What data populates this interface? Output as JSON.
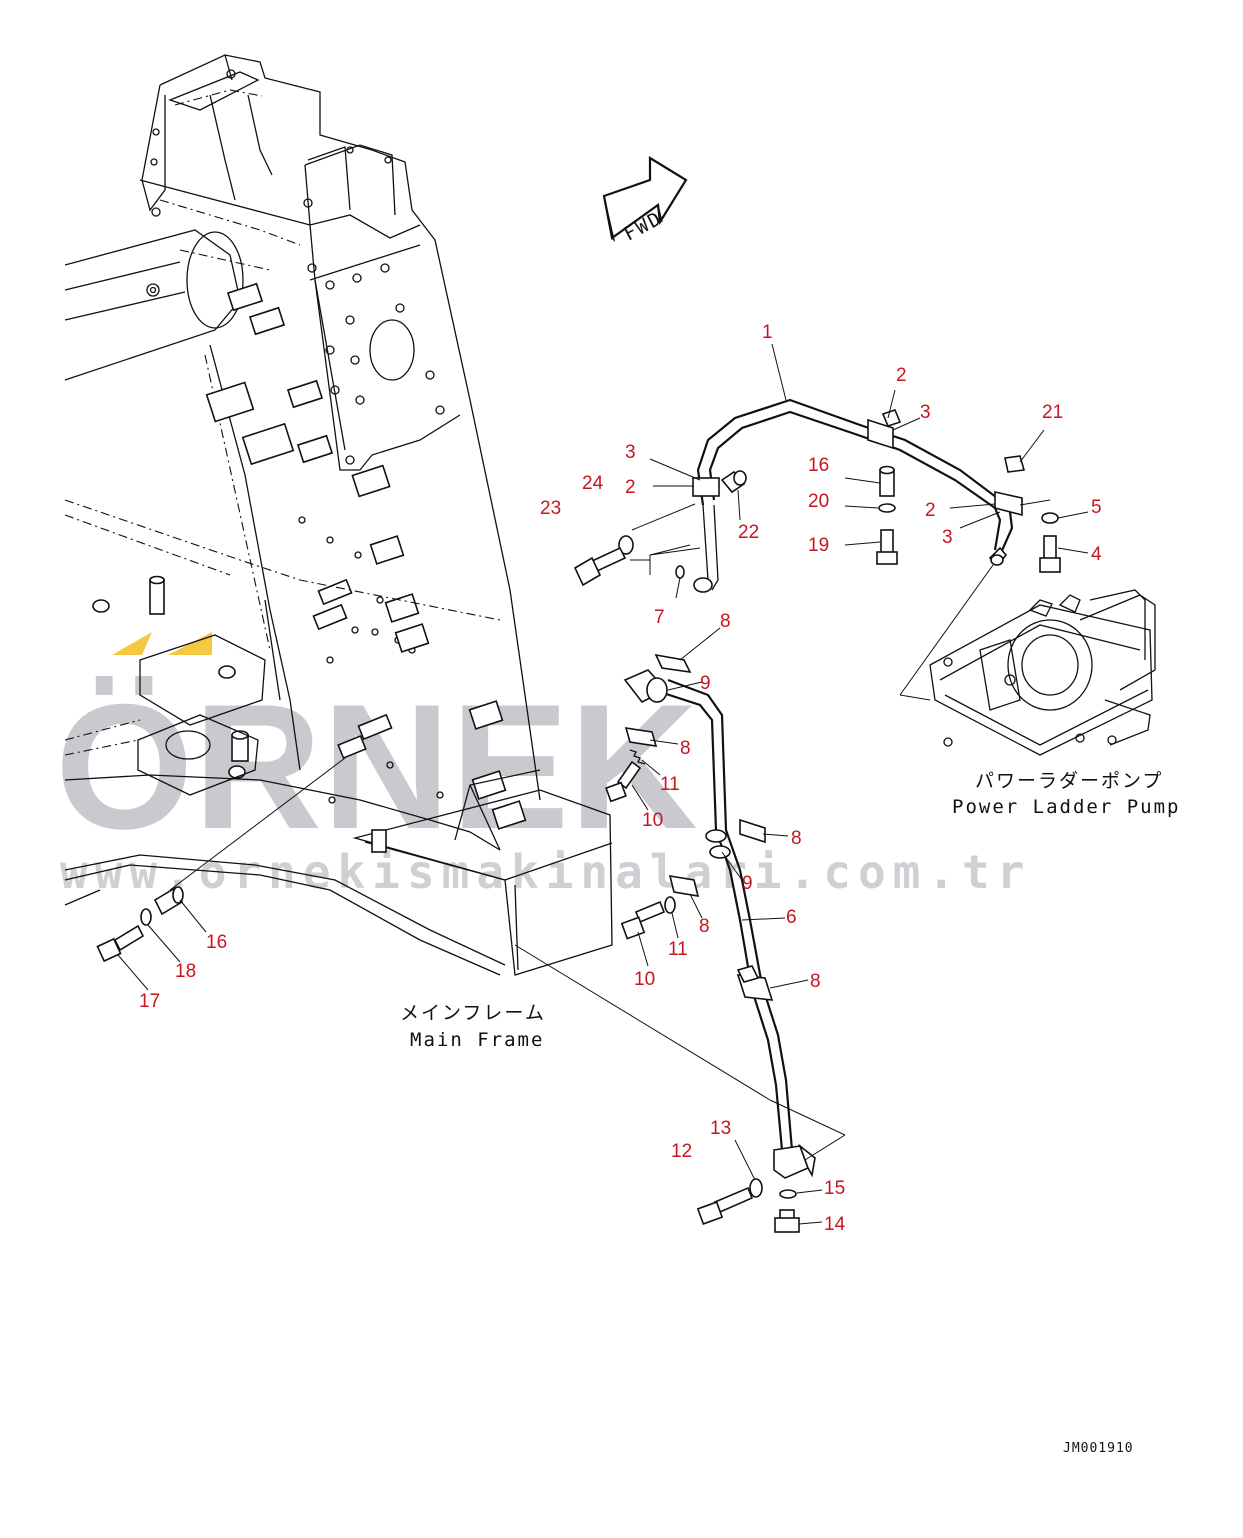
{
  "watermark": {
    "brand": "ÖRNEK",
    "url": "www.ornekismakinalari.com.tr",
    "accent_color": "#f5c842",
    "color": "#c9c9cf"
  },
  "arrow_label": "FWD",
  "captions": {
    "main_frame_jp": "メインフレーム",
    "main_frame_en": "Main Frame",
    "pump_jp": "パワーラダーポンプ",
    "pump_en": "Power Ladder Pump"
  },
  "drawing_code": "JM001910",
  "callout_color": "#c8141e",
  "callouts": [
    {
      "id": "c1",
      "label": "1"
    },
    {
      "id": "c2a",
      "label": "2"
    },
    {
      "id": "c3a",
      "label": "3"
    },
    {
      "id": "c21",
      "label": "21"
    },
    {
      "id": "c3b",
      "label": "3"
    },
    {
      "id": "c2b",
      "label": "2"
    },
    {
      "id": "c24",
      "label": "24"
    },
    {
      "id": "c23",
      "label": "23"
    },
    {
      "id": "c22",
      "label": "22"
    },
    {
      "id": "c16a",
      "label": "16"
    },
    {
      "id": "c20",
      "label": "20"
    },
    {
      "id": "c19",
      "label": "19"
    },
    {
      "id": "c2c",
      "label": "2"
    },
    {
      "id": "c3c",
      "label": "3"
    },
    {
      "id": "c5",
      "label": "5"
    },
    {
      "id": "c4",
      "label": "4"
    },
    {
      "id": "c7",
      "label": "7"
    },
    {
      "id": "c8a",
      "label": "8"
    },
    {
      "id": "c9a",
      "label": "9"
    },
    {
      "id": "c8b",
      "label": "8"
    },
    {
      "id": "c11a",
      "label": "11"
    },
    {
      "id": "c10a",
      "label": "10"
    },
    {
      "id": "c8c",
      "label": "8"
    },
    {
      "id": "c9b",
      "label": "9"
    },
    {
      "id": "c6",
      "label": "6"
    },
    {
      "id": "c8d",
      "label": "8"
    },
    {
      "id": "c11b",
      "label": "11"
    },
    {
      "id": "c10b",
      "label": "10"
    },
    {
      "id": "c8e",
      "label": "8"
    },
    {
      "id": "c16b",
      "label": "16"
    },
    {
      "id": "c18",
      "label": "18"
    },
    {
      "id": "c17",
      "label": "17"
    },
    {
      "id": "c13",
      "label": "13"
    },
    {
      "id": "c12",
      "label": "12"
    },
    {
      "id": "c15",
      "label": "15"
    },
    {
      "id": "c14",
      "label": "14"
    }
  ]
}
